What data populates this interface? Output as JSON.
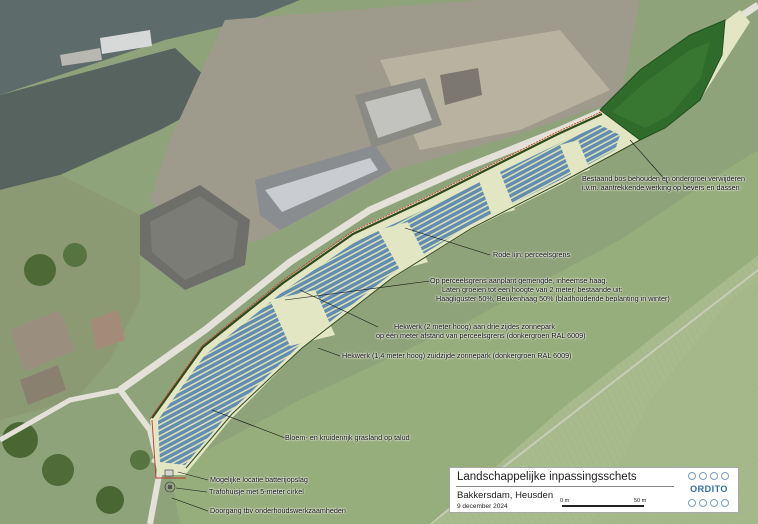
{
  "map": {
    "annotations": {
      "bos_line1": "Bestaand bos behouden en ondergroei verwijderen",
      "bos_line2": "i.v.m. aantrekkende werking op bevers en dassen",
      "rode_lijn": "Rode lijn: perceelsgrens",
      "haag_line1": "Op perceelsgrens aanplant gemengde, inheemse haag.",
      "haag_line2": "Laten groeien tot een hoogte van 2 meter, bestaande uit:",
      "haag_line3": "Haagliguster 50%, Beukenhaag 50% (bladhoudende beplanting in winter)",
      "hekwerk2_line1": "Hekwerk (2 meter hoog) aan drie zijdes zonnepark",
      "hekwerk2_line2": "op één meter afstand van perceelsgrens (donkergroen RAL 6009)",
      "hekwerk14": "Hekwerk (1,4 meter hoog) zuidzijde zonnepark (donkergroen RAL 6009)",
      "grasland": "Bloem- en kruidenrijk grasland op talud",
      "batterij": "Mogelijke locatie batterijopslag",
      "trafo": "Trafohuisje met 5-meter cirkel",
      "doorgang": "Doorgang tbv onderhoudswerkzaamheden"
    },
    "colors": {
      "perceelsgrens": "#c0392b",
      "haag": "#2f4a1c",
      "panel": "#5b86ad",
      "bos": "#2f6b2a",
      "gras": "#dfe6b8"
    }
  },
  "title_block": {
    "title": "Landschappelijke inpassingsschets",
    "subtitle": "Bakkersdam, Heusden",
    "date": "9 december 2024",
    "scale_start": "0 m",
    "scale_end": "50 m",
    "logo": "ORDITO"
  }
}
